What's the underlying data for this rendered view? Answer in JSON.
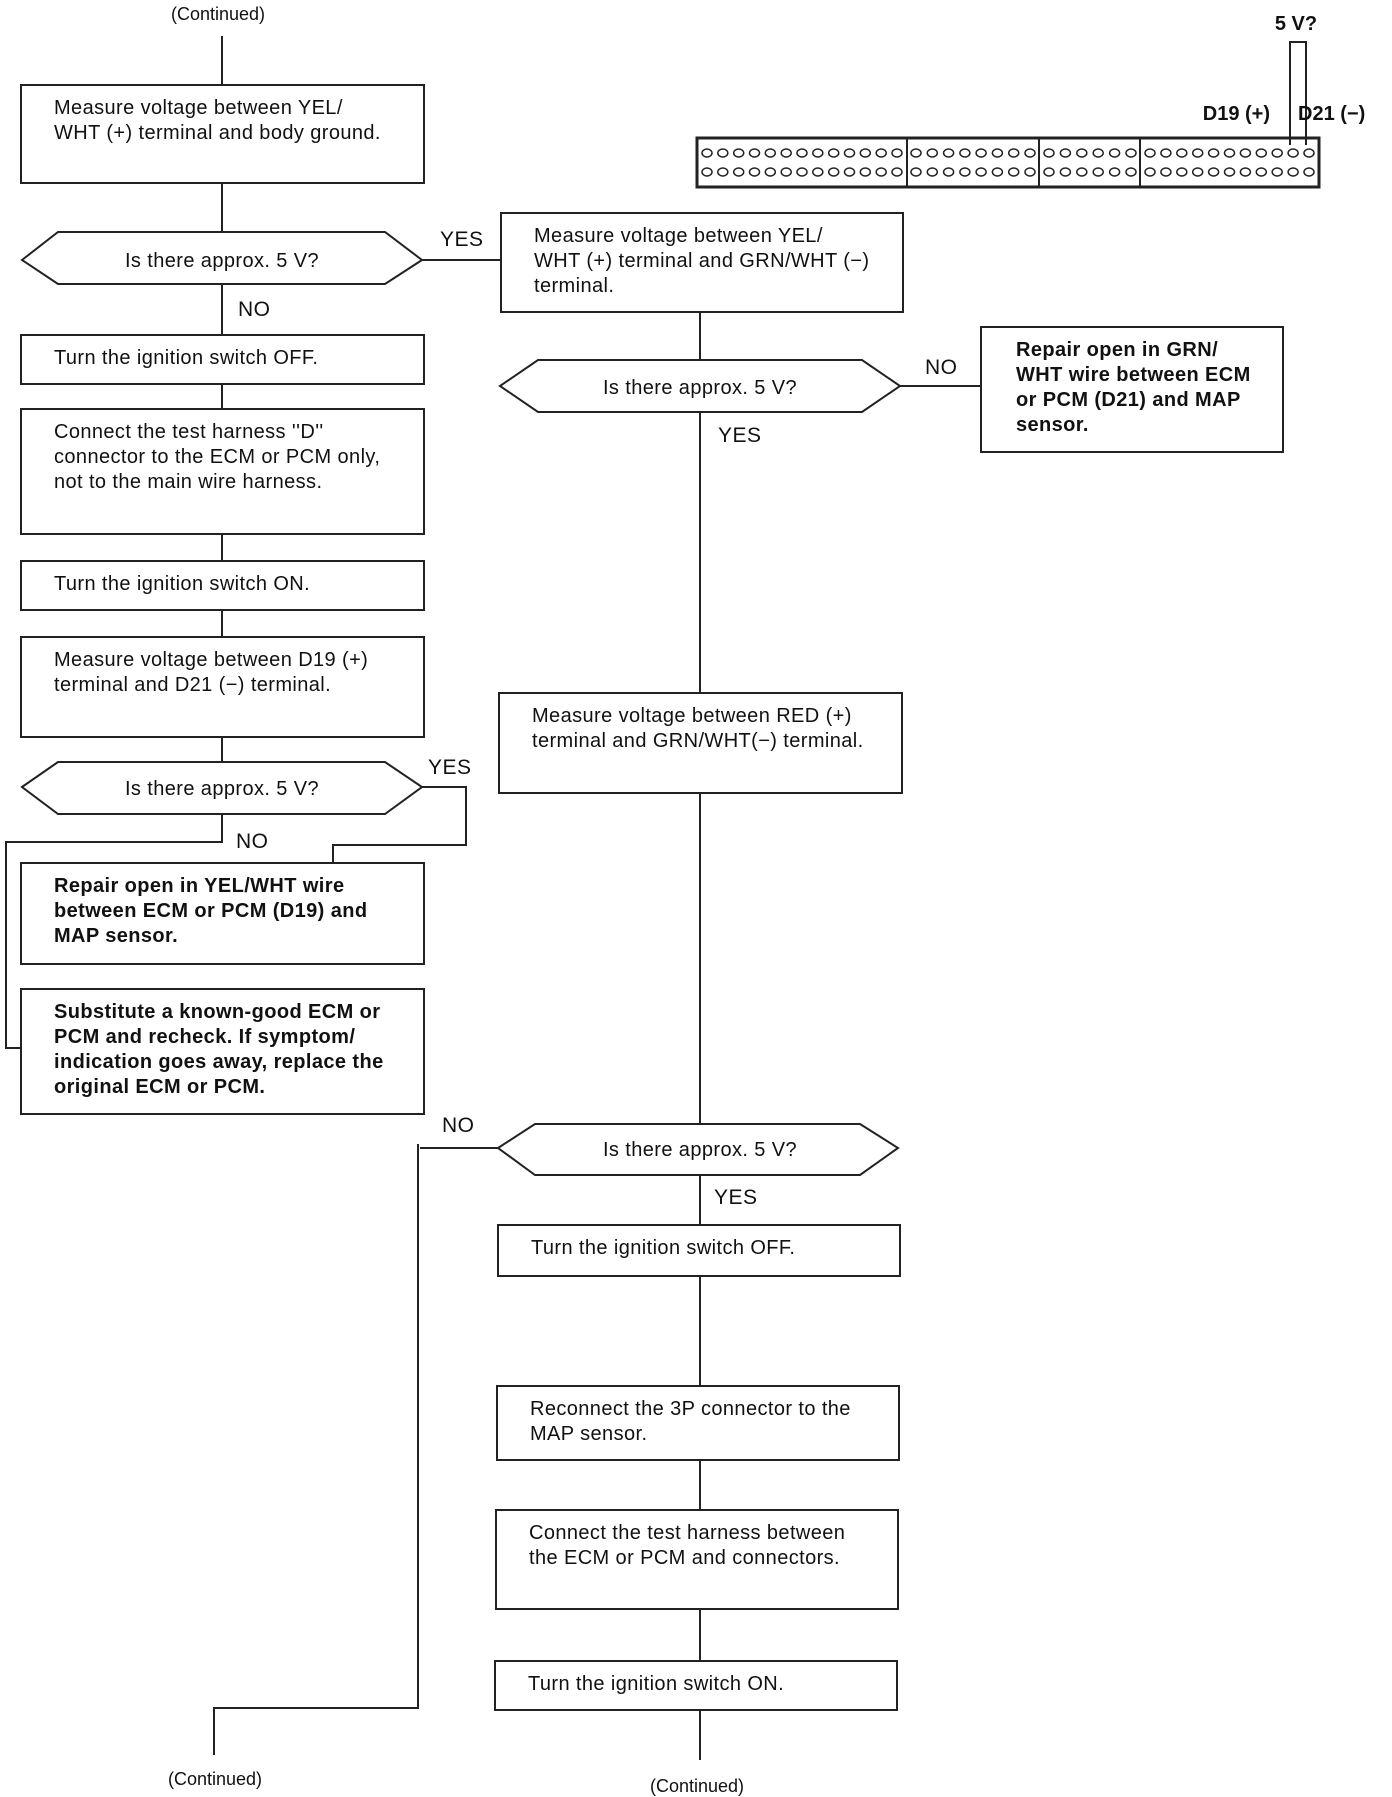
{
  "continued_top": "(Continued)",
  "continued_bottom_left": "(Continued)",
  "continued_bottom_right": "(Continued)",
  "steps": {
    "measure_yel_wht_body": "Measure voltage between YEL/ WHT (+) terminal and body ground.",
    "q_5v_1": "Is there approx. 5 V?",
    "turn_off_1": "Turn the ignition switch OFF.",
    "connect_test_harness_d": "Connect the test harness ''D'' connector to the ECM or PCM only, not to the main wire harness.",
    "turn_on_1": "Turn the ignition switch ON.",
    "measure_d19_d21": "Measure voltage between D19 (+) terminal and D21 (−) terminal.",
    "q_5v_2": "Is there approx. 5 V?",
    "repair_yel_wht": "Repair open in YEL/WHT wire between ECM or PCM (D19) and MAP sensor.",
    "substitute_ecm": "Substitute a known-good ECM or PCM and recheck. If symptom/ indication goes away, replace the original ECM or PCM.",
    "measure_yel_wht_grn_wht": "Measure voltage between YEL/ WHT (+) terminal and GRN/WHT (−) terminal.",
    "q_5v_3": "Is there approx. 5 V?",
    "repair_grn_wht": "Repair open in GRN/ WHT wire between ECM or PCM (D21) and MAP sensor.",
    "measure_red_grn_wht": "Measure voltage between RED (+) terminal and GRN/WHT(−) terminal.",
    "q_5v_4": "Is there approx. 5 V?",
    "turn_off_2": "Turn the ignition switch OFF.",
    "reconnect_3p": "Reconnect the 3P connector to the MAP sensor.",
    "connect_test_harness_all": "Connect the test harness between the ECM or PCM and connectors.",
    "turn_on_2": "Turn the ignition switch ON."
  },
  "answers": {
    "yes_1": "YES",
    "no_1": "NO",
    "yes_2": "YES",
    "no_2": "NO",
    "no_3": "NO",
    "yes_3": "YES",
    "no_4": "NO",
    "yes_4": "YES"
  },
  "connector_diagram": {
    "meter_label": "5 V?",
    "pin_d19": "D19 (+)",
    "pin_d21": "D21 (−)"
  }
}
